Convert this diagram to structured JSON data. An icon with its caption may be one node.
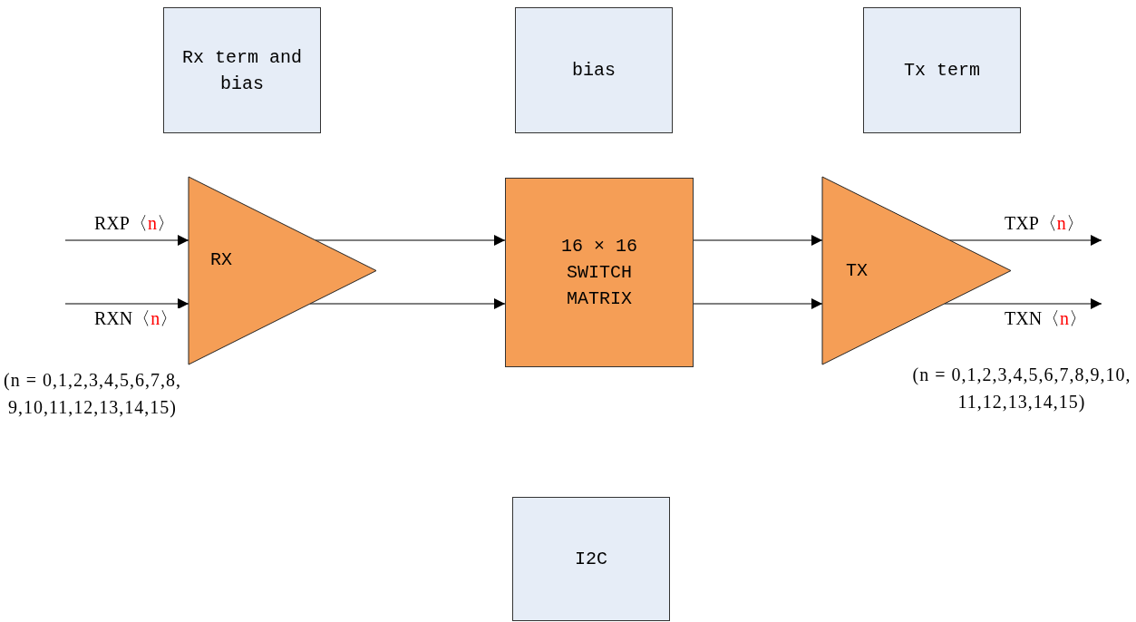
{
  "diagram": {
    "nodes": [
      {
        "text": [
          "Rx term and bias"
        ]
      },
      {
        "text": [
          "bias"
        ]
      },
      {
        "text": [
          "Tx term"
        ]
      },
      {
        "text": [
          "RX"
        ]
      },
      {
        "text": [
          "16 × 16 SWITCH MATRIX"
        ]
      },
      {
        "text": [
          "TX"
        ]
      },
      {
        "text": [
          "I2C"
        ]
      }
    ],
    "edges": [
      {
        "from": null,
        "to": 3,
        "arrow": "to",
        "label": "RXP〈n〉"
      },
      {
        "from": null,
        "to": 3,
        "arrow": "to",
        "label": "RXN〈n〉"
      },
      {
        "from": 3,
        "to": 4,
        "arrow": "to"
      },
      {
        "from": 3,
        "to": 4,
        "arrow": "to"
      },
      {
        "from": 4,
        "to": 5,
        "arrow": "to"
      },
      {
        "from": 4,
        "to": 5,
        "arrow": "to"
      },
      {
        "from": 5,
        "to": null,
        "arrow": "to",
        "label": "TXP〈n〉"
      },
      {
        "from": 5,
        "to": null,
        "arrow": "to",
        "label": "TXN〈n〉"
      }
    ],
    "labels": [
      "(n = 0,1,2,3,4,5,6,7,8,9,10,11,12,13,14,15)",
      "(n = 0,1,2,3,4,5,6,7,8,9,10,11,12,13,14,15)"
    ]
  }
}
